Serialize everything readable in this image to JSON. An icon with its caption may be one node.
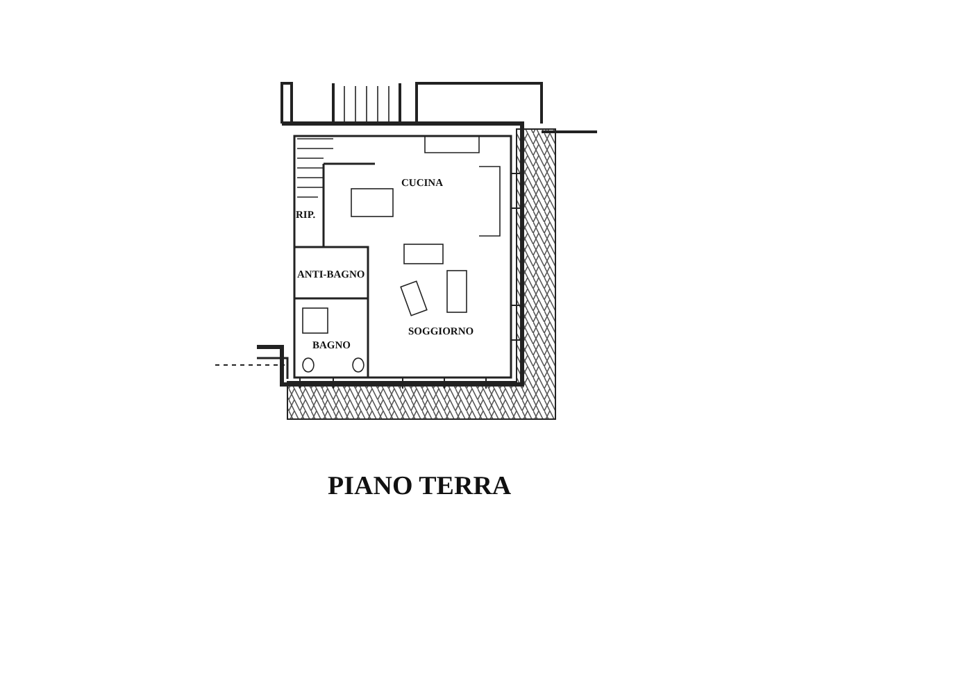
{
  "diagram": {
    "title": "PIANO TERRA",
    "nodes": [
      {
        "text": [
          "CUCINA",
          "SOGGIORNO"
        ]
      },
      {
        "text": [
          "RIP."
        ]
      },
      {
        "text": [
          "ANTI-BAGNO"
        ]
      },
      {
        "text": [
          "BAGNO"
        ]
      }
    ]
  }
}
